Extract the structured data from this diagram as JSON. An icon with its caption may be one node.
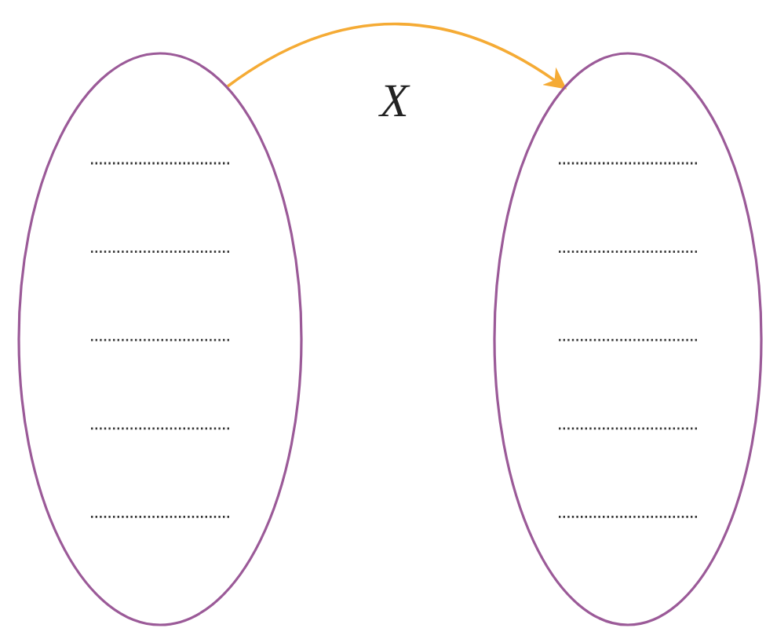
{
  "diagram": {
    "nodes": [
      {
        "text": [],
        "shape": "ellipse"
      },
      {
        "text": [],
        "shape": "ellipse"
      }
    ],
    "edges": [
      {
        "from": 0,
        "to": 1,
        "arrow": "to",
        "label": "X",
        "color": "#f5ab35"
      }
    ]
  }
}
